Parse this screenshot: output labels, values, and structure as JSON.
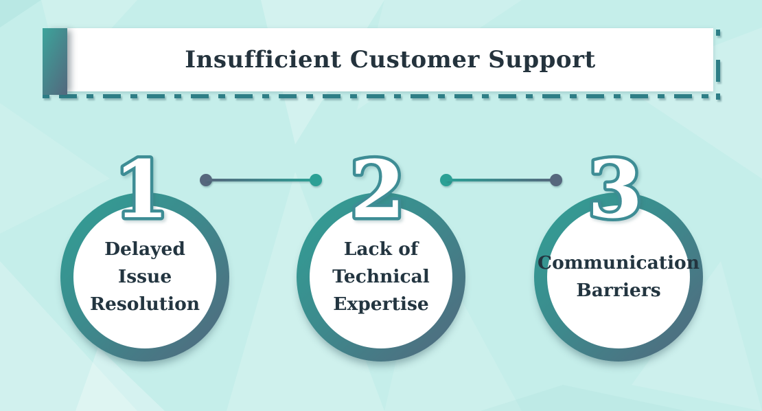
{
  "title": "Insufficient Customer Support",
  "steps": [
    {
      "number": "1",
      "label": "Delayed Issue Resolution",
      "lines": [
        "Delayed",
        "Issue",
        "Resolution"
      ]
    },
    {
      "number": "2",
      "label": "Lack of Technical Expertise",
      "lines": [
        "Lack of",
        "Technical",
        "Expertise"
      ]
    },
    {
      "number": "3",
      "label": "Communication Barriers",
      "lines": [
        "Communication",
        "Barriers"
      ]
    }
  ],
  "colors": {
    "background": "#c5eeea",
    "teal_accent": "#2ba095",
    "slate_accent": "#53677d",
    "dash_line": "#2e7e87",
    "banner": "#ffffff",
    "title_text": "#24333d",
    "label_text": "#233540",
    "number_outline": "#3e8d95",
    "number_fill": "#ffffff"
  }
}
